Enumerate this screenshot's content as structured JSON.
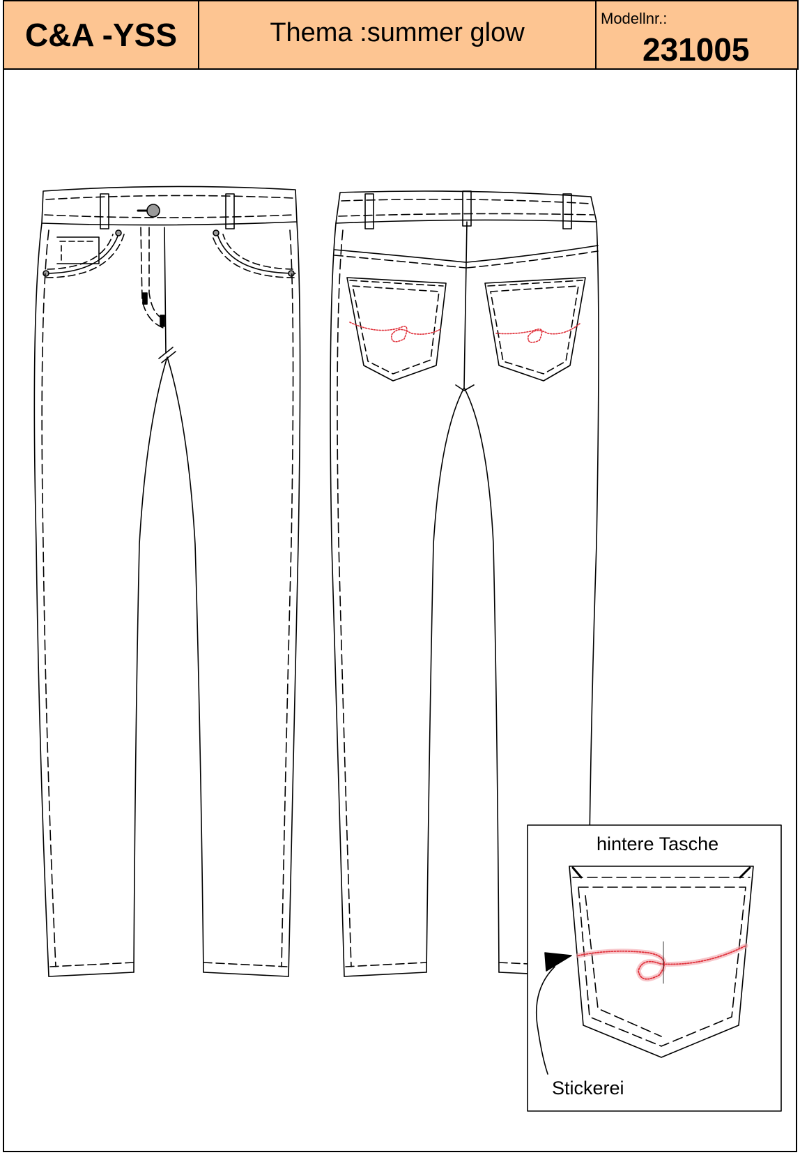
{
  "header": {
    "brand": "C&A -YSS",
    "theme": "Thema :summer glow",
    "model_label": "Modellnr.:",
    "model_number": "231005"
  },
  "inset": {
    "title": "hintere Tasche",
    "callout": "Stickerei"
  },
  "colors": {
    "header_fill": "#fdc592",
    "embroidery": "#e0303a",
    "button": "#9a9a9a"
  }
}
